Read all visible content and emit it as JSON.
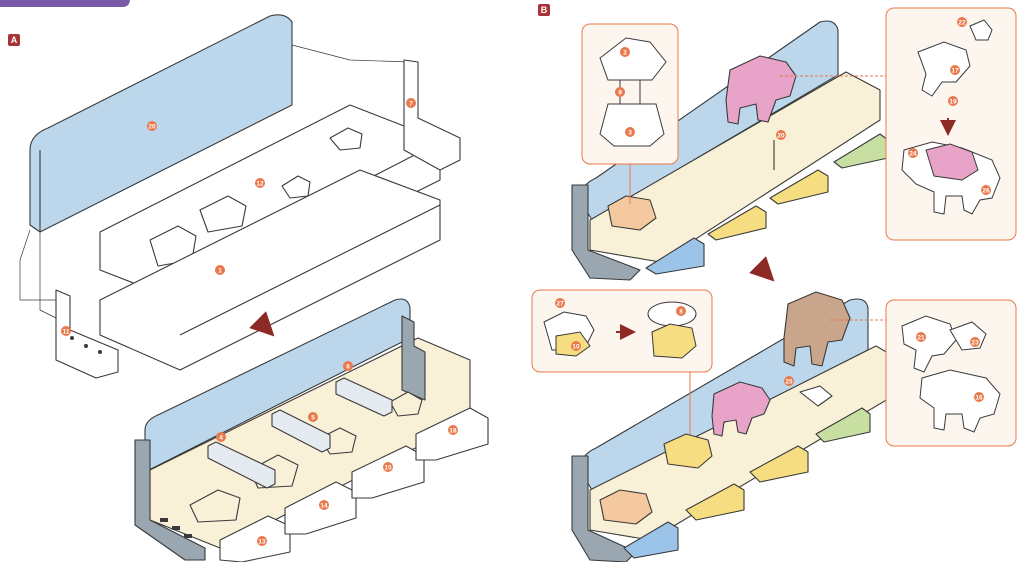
{
  "sections": [
    {
      "label": "A"
    },
    {
      "label": "B"
    }
  ],
  "colors": {
    "panel_blue": "#bcd7ec",
    "base_cream": "#f8f1d8",
    "outline": "#3a3a3a",
    "grey_side": "#9aa6b0",
    "callout": "#e9784b",
    "callout_bg": "#fdf6ee",
    "yellow": "#f7dd82",
    "orange": "#f5c9a0",
    "pink": "#e8a3c9",
    "green": "#c7dfa0",
    "brown": "#c9a58b",
    "dark_red": "#a8343a",
    "arrow": "#8e2a25"
  },
  "a_exploded": {
    "back_panel": "20",
    "shelf_top": "12",
    "shelf_bottom": "1",
    "right_side": "7",
    "left_side": "11"
  },
  "a_assembled": {
    "dividers": [
      "4",
      "5",
      "6"
    ],
    "drawers": [
      "13",
      "14",
      "15",
      "18"
    ]
  },
  "b_top": {
    "inset_turtle": [
      "2",
      "9",
      "3"
    ],
    "stand": "20",
    "inset_elephant": [
      "22",
      "17",
      "19",
      "24",
      "26"
    ]
  },
  "b_bottom": {
    "inset_hedgehog_left": [
      "27",
      "10"
    ],
    "inset_hedgehog_right": "8",
    "stand": "25",
    "inset_mammoth": [
      "21",
      "23",
      "16"
    ]
  }
}
